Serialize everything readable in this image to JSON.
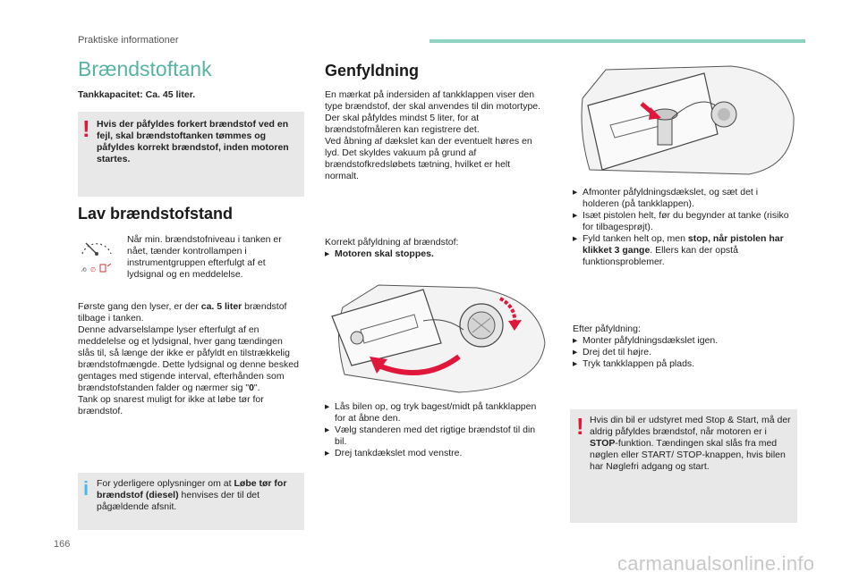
{
  "header": {
    "section": "Praktiske informationer"
  },
  "page_number": "166",
  "watermark": "carmanualsonline.info",
  "left": {
    "title": "Brændstoftank",
    "capacity_prefix": "Tankkapacitet: Ca. 45 liter.",
    "warning": "Hvis der påfyldes forkert brændstof ved en fejl, skal brændstoftanken tømmes og påfyldes korrekt brændstof, inden motoren startes.",
    "low_title": "Lav brændstofstand",
    "low_icon_text": "Når min. brændstofniveau i tanken er nået, tænder kontrollampen i instrumentgruppen efterfulgt af et lydsignal og en meddelelse.",
    "para_a": "Første gang den lyser, er der ",
    "para_a_bold": "ca. 5 liter",
    "para_b": " brændstof tilbage i tanken.",
    "para_c": "Denne advarselslampe lyser efterfulgt af en meddelelse og et lydsignal, hver gang tændingen slås til, så længe der ikke er påfyldt en tilstrækkelig brændstofmængde. Dette lydsignal og denne besked gentages med stigende interval, efterhånden som brændstofstanden falder og nærmer sig \"",
    "para_c_bold": "0",
    "para_c_end": "\".",
    "para_d": "Tank op snarest muligt for ikke at løbe tør for brændstof.",
    "info_a": "For yderligere oplysninger om at ",
    "info_bold": "Løbe tør for brændstof (diesel)",
    "info_b": " henvises der til det pågældende afsnit."
  },
  "middle": {
    "title": "Genfyldning",
    "intro": "En mærkat på indersiden af tankklappen viser den type brændstof, der skal anvendes til din motortype.",
    "intro2": "Der skal påfyldes mindst 5 liter, for at brændstofmåleren kan registrere det.",
    "intro3": "Ved åbning af dækslet kan der eventuelt høres en lyd. Det skyldes vakuum på grund af brændstofkredsløbets tætning, hvilket er helt normalt.",
    "correct_label": "Korrekt påfyldning af brændstof:",
    "correct_bullet": "Motoren skal stoppes.",
    "steps": [
      "Lås bilen op, og tryk bagest/midt på tankklappen for at åbne den.",
      "Vælg standeren med det rigtige brændstof til din bil.",
      "Drej tankdækslet mod venstre."
    ]
  },
  "right": {
    "steps": [
      "Afmonter påfyldningsdækslet, og sæt det i holderen (på tankklappen).",
      "Isæt pistolen helt, før du begynder at tanke (risiko for tilbagesprøjt)."
    ],
    "fill_a": "Fyld tanken helt op, men ",
    "fill_bold": "stop, når pistolen har klikket 3 gange",
    "fill_b": ". Ellers kan der opstå funktionsproblemer.",
    "after_label": "Efter påfyldning:",
    "after_steps": [
      "Monter påfyldningsdækslet igen.",
      "Drej det til højre.",
      "Tryk tankklappen på plads."
    ],
    "warn_a": "Hvis din bil er udstyret med Stop & Start, må der aldrig påfyldes brændstof, når motoren er i ",
    "warn_bold": "STOP",
    "warn_b": "-funktion. Tændingen skal slås fra med nøglen eller START/ STOP-knappen, hvis bilen har Nøglefri adgang og start."
  },
  "bullet_glyph": "",
  "colors": {
    "accent": "#57b3a3",
    "warning": "#e0163a",
    "info": "#4fb8e8",
    "box": "#e8e8e8"
  }
}
